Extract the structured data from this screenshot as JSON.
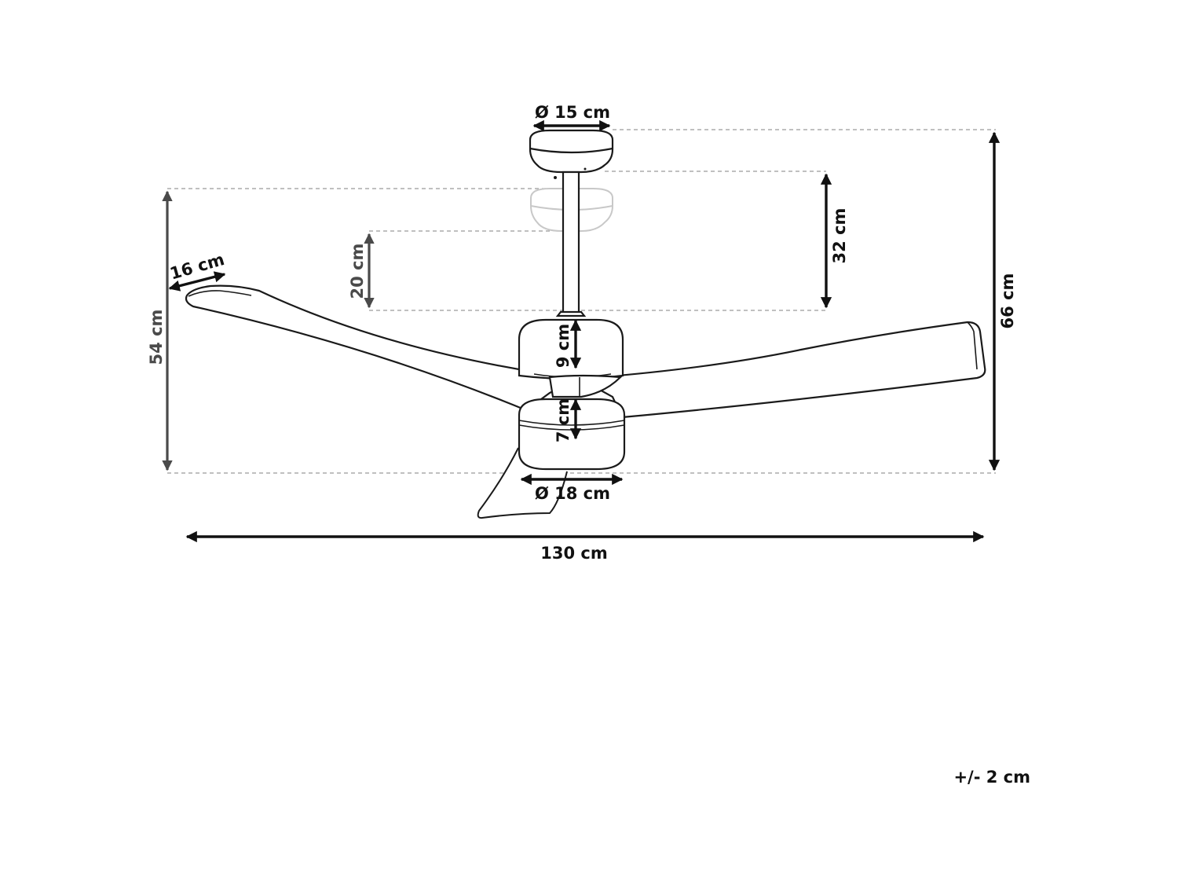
{
  "colors": {
    "line": "#1a1a1a",
    "dimension": "#111111",
    "dimension_secondary": "#4a4a4a",
    "ghost": "#c8c8c8",
    "dashed": "#9a9a9a",
    "background": "#ffffff"
  },
  "dimensions": {
    "canopy_diameter": "Ø 15 cm",
    "max_drop": "32 cm",
    "min_drop": "20 cm",
    "total_height": "66 cm",
    "blade_height": "54 cm",
    "blade_width": "16 cm",
    "motor_height": "9 cm",
    "light_height": "7 cm",
    "light_diameter": "Ø 18 cm",
    "total_span": "130 cm"
  },
  "tolerance": "+/- 2 cm"
}
